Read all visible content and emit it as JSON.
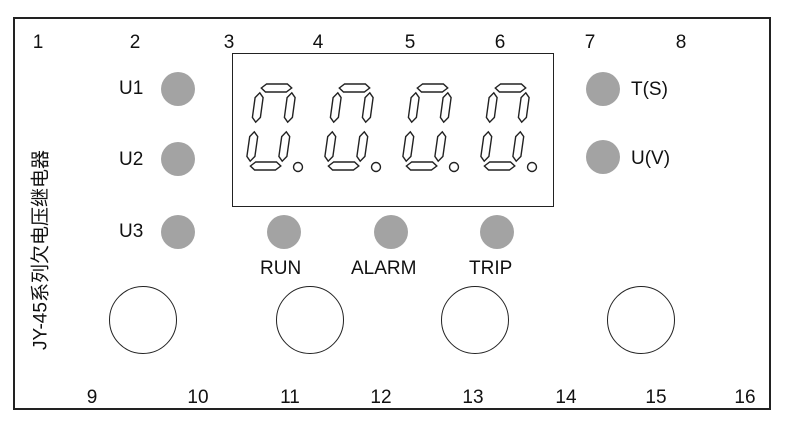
{
  "title": "JY-45系列欠电压继电器",
  "terminals_top": [
    "1",
    "2",
    "3",
    "4",
    "5",
    "6",
    "7",
    "8"
  ],
  "terminals_bottom": [
    "9",
    "10",
    "11",
    "12",
    "13",
    "14",
    "15",
    "16"
  ],
  "left_indicators": [
    "U1",
    "U2",
    "U3"
  ],
  "right_indicators": [
    "T(S)",
    "U(V)"
  ],
  "status_indicators": [
    "RUN",
    "ALARM",
    "TRIP"
  ],
  "display": {
    "digits": [
      "0",
      "0",
      "0",
      "0"
    ]
  },
  "colors": {
    "led": "#a3a3a3",
    "line": "#222222"
  }
}
